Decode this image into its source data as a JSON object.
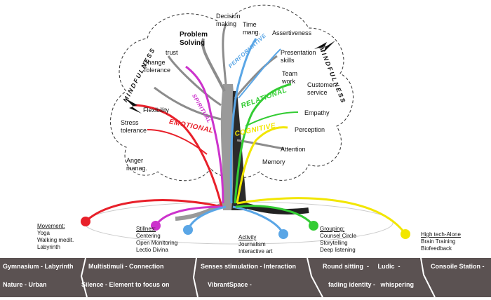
{
  "cloud_left": "MINDFULNESS",
  "cloud_right": "MINDFULNESS",
  "dimensions": {
    "spiritual": "SPIRITUAL",
    "emotional": "EMOTIONAL",
    "performative": "PERFORMATIVE",
    "relational": "RELATIONAL",
    "cognitive": "COGNITIVE"
  },
  "skills": {
    "decision_making": "Decision making",
    "time_mang": "Time mang.",
    "problem": "Problem",
    "solving": "Solving",
    "assertiveness": "Assertiveness",
    "trust": "trust",
    "presentation": "Presentation",
    "skills": "skills",
    "change": "Change",
    "tolerance": "Tolerance",
    "team": "Team",
    "work": "work",
    "customer": "Customer",
    "service": "service",
    "flexibility": "Flexibility",
    "empathy": "Empathy",
    "stress": "Stress",
    "stress_tol": "tolerance",
    "perception": "Perception",
    "attention": "Attention",
    "anger": "Anger",
    "anger_mang": "manag.",
    "memory": "Memory"
  },
  "groups": {
    "movement": {
      "head": "Movement:",
      "items": [
        "Yoga",
        "Walking medit.",
        "Labyrinth"
      ],
      "color": "#e8202a"
    },
    "stillnes": {
      "head": "Stillnes:",
      "items": [
        "Centering",
        "Open Monitoring",
        "Lectio Divina"
      ],
      "color": "#cc33cc"
    },
    "activity": {
      "head": "Activity",
      "items": [
        "Journalism",
        "Interactive art"
      ],
      "color": "#5aa6e6"
    },
    "grouping": {
      "head": "Grouping:",
      "items": [
        "Counsel Circle",
        "Storytelling",
        "Deep listening"
      ],
      "color": "#33cc33"
    },
    "hightech": {
      "head": "High tech-Alone",
      "items": [
        "Brain Training",
        "Biofeedback"
      ],
      "color": "#f2e600"
    }
  },
  "band": {
    "r1c1": "Gymnasium - Labyrinth",
    "r1c2": "Multistimuli  - Connection",
    "r1c3": "Senses stimulation - Interaction",
    "r1c4": "Round sitting  -     Ludic  -",
    "r1c5": "Consoile Station -",
    "r2c1": "Nature - Urban",
    "r2c2": "Silence - Element to focus on",
    "r2c3": "VibrantSpace -",
    "r2c4": "fading identity -   whispering"
  },
  "colors": {
    "spiritual": "#cc33cc",
    "emotional": "#e8202a",
    "performative": "#5aa6e6",
    "relational": "#33cc33",
    "cognitive": "#f2e600",
    "band": "#5b5252"
  }
}
